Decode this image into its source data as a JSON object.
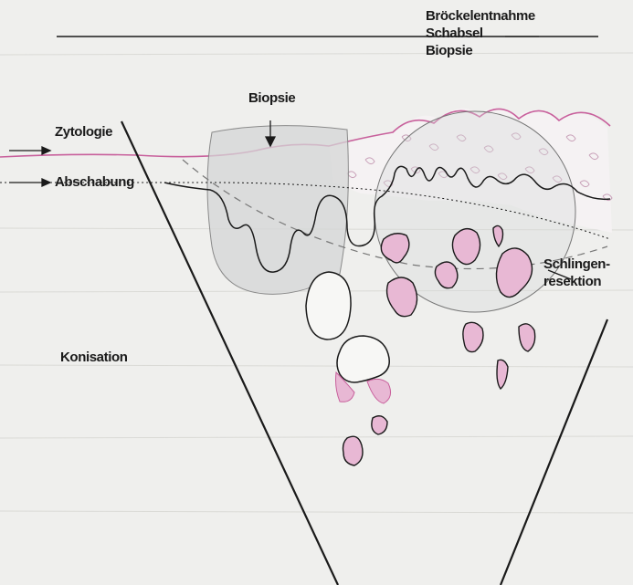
{
  "diagram": {
    "labels": {
      "top_group": [
        "Bröckelentnahme",
        "Schabsel",
        "Biopsie"
      ],
      "biopsie": "Biopsie",
      "zytologie": "Zytologie",
      "abschabung": "Abschabung",
      "schlingenresektion": [
        "Schlingen-",
        "resektion"
      ],
      "konisation": "Konisation"
    },
    "colors": {
      "background": "#efefed",
      "tissue_magenta": "#e8b8d4",
      "epithelium_line": "#c8609c",
      "biopsy_fill": "#d4d6d6",
      "ink": "#1a1a1a"
    }
  }
}
